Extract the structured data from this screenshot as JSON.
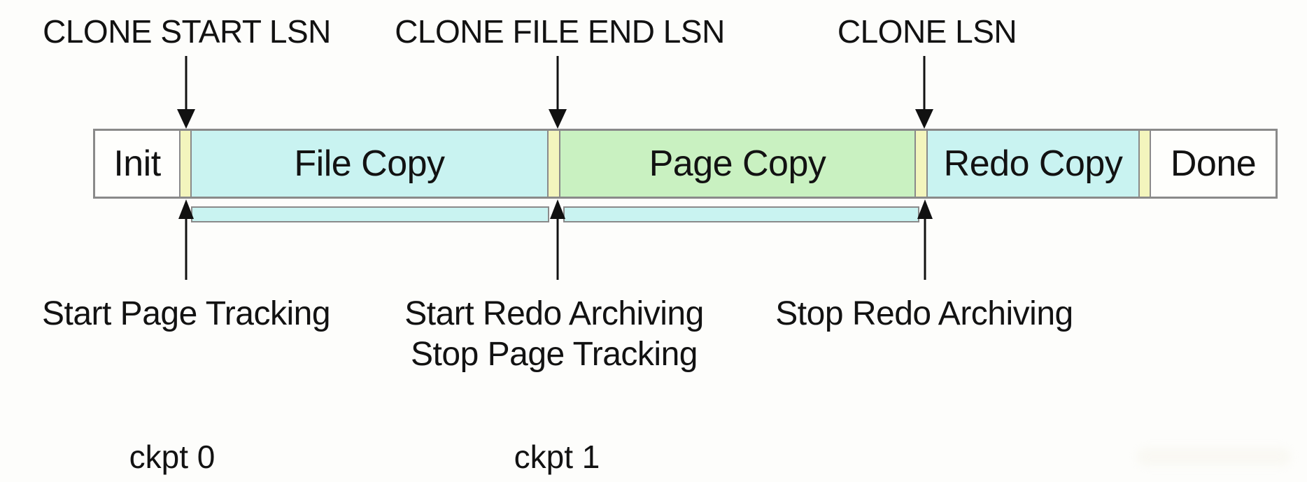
{
  "colors": {
    "background": "#fdfdfb",
    "phase_cyan": "#c9f3f1",
    "phase_green": "#c9f1c1",
    "lsn_marker_yellow": "#f3f5bd",
    "phase_white": "#fefefc",
    "border_gray": "#8a8a8a",
    "arrow_black": "#111111",
    "text_black": "#121212"
  },
  "top_labels": [
    {
      "text": "CLONE START LSN"
    },
    {
      "text": "CLONE FILE END LSN"
    },
    {
      "text": "CLONE LSN"
    }
  ],
  "timeline": {
    "segments": [
      {
        "label": "Init",
        "role": "phase",
        "fill": "#fefefc"
      },
      {
        "label": "",
        "role": "lsn-marker",
        "fill": "#f3f5bd"
      },
      {
        "label": "File Copy",
        "role": "phase",
        "fill": "#c9f3f1"
      },
      {
        "label": "",
        "role": "lsn-marker",
        "fill": "#f3f5bd"
      },
      {
        "label": "Page Copy",
        "role": "phase",
        "fill": "#c9f1c1"
      },
      {
        "label": "",
        "role": "lsn-marker",
        "fill": "#f3f5bd"
      },
      {
        "label": "Redo Copy",
        "role": "phase",
        "fill": "#c9f3f1"
      },
      {
        "label": "",
        "role": "lsn-marker",
        "fill": "#f3f5bd"
      },
      {
        "label": "Done",
        "role": "phase",
        "fill": "#fefefc"
      }
    ]
  },
  "sub_bars": [
    {
      "name": "page-tracking-range",
      "fill": "#c9f3f1"
    },
    {
      "name": "redo-archiving-range",
      "fill": "#c9f3f1"
    }
  ],
  "bottom_labels": [
    {
      "lines": [
        "Start Page Tracking"
      ]
    },
    {
      "lines": [
        "Start Redo Archiving",
        "Stop Page Tracking"
      ]
    },
    {
      "lines": [
        "Stop Redo Archiving"
      ]
    }
  ],
  "checkpoints": [
    {
      "label": "ckpt 0"
    },
    {
      "label": "ckpt 1"
    }
  ]
}
